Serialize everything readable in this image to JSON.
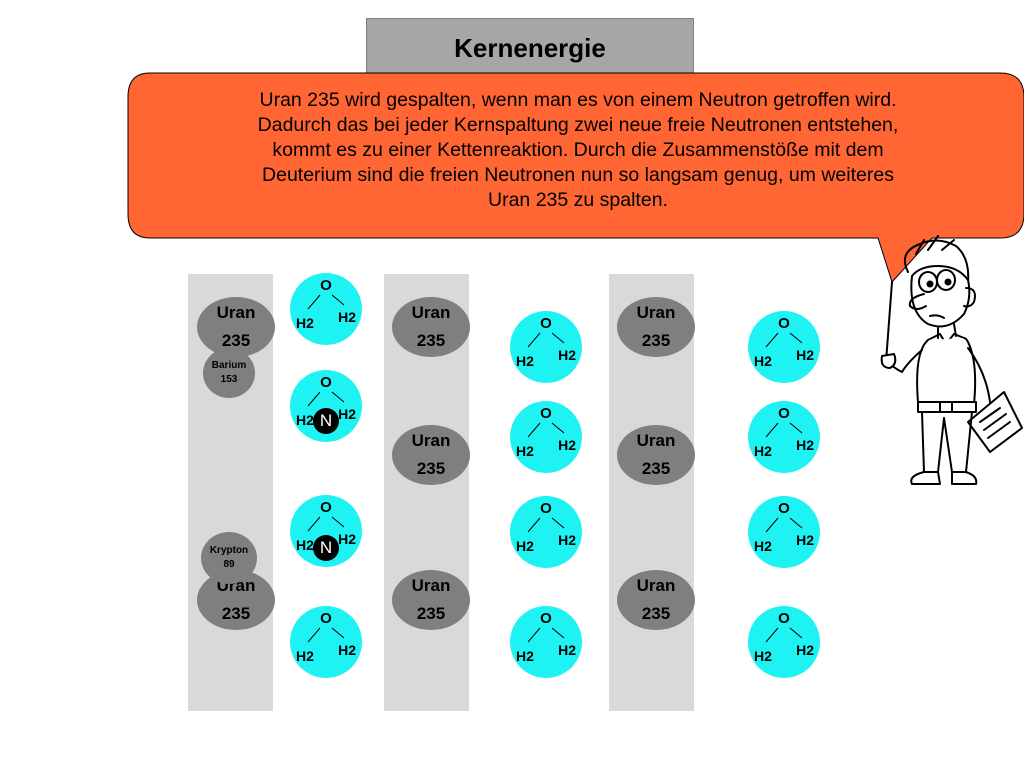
{
  "title": "Kernenergie",
  "speech_bubble": {
    "lines": [
      "Uran 235 wird gespalten, wenn man es von einem Neutron getroffen wird.",
      "Dadurch das bei jeder Kernspaltung zwei neue freie Neutronen entstehen,",
      "kommt es zu einer Kettenreaktion. Durch die Zusammenstöße mit dem",
      "Deuterium sind die freien Neutronen nun so langsam genug, um weiteres",
      "Uran 235 zu spalten."
    ],
    "color": "#ff6633"
  },
  "uranium": {
    "name": "Uran",
    "number": "235",
    "color": "#7f7f7f"
  },
  "fragments": {
    "barium": {
      "name": "Barium",
      "number": "153"
    },
    "krypton": {
      "name": "Krypton",
      "number": "89"
    }
  },
  "molecule": {
    "o": "O",
    "h": "H2",
    "color": "#1ff2f2"
  },
  "neutron": {
    "label": "N"
  }
}
